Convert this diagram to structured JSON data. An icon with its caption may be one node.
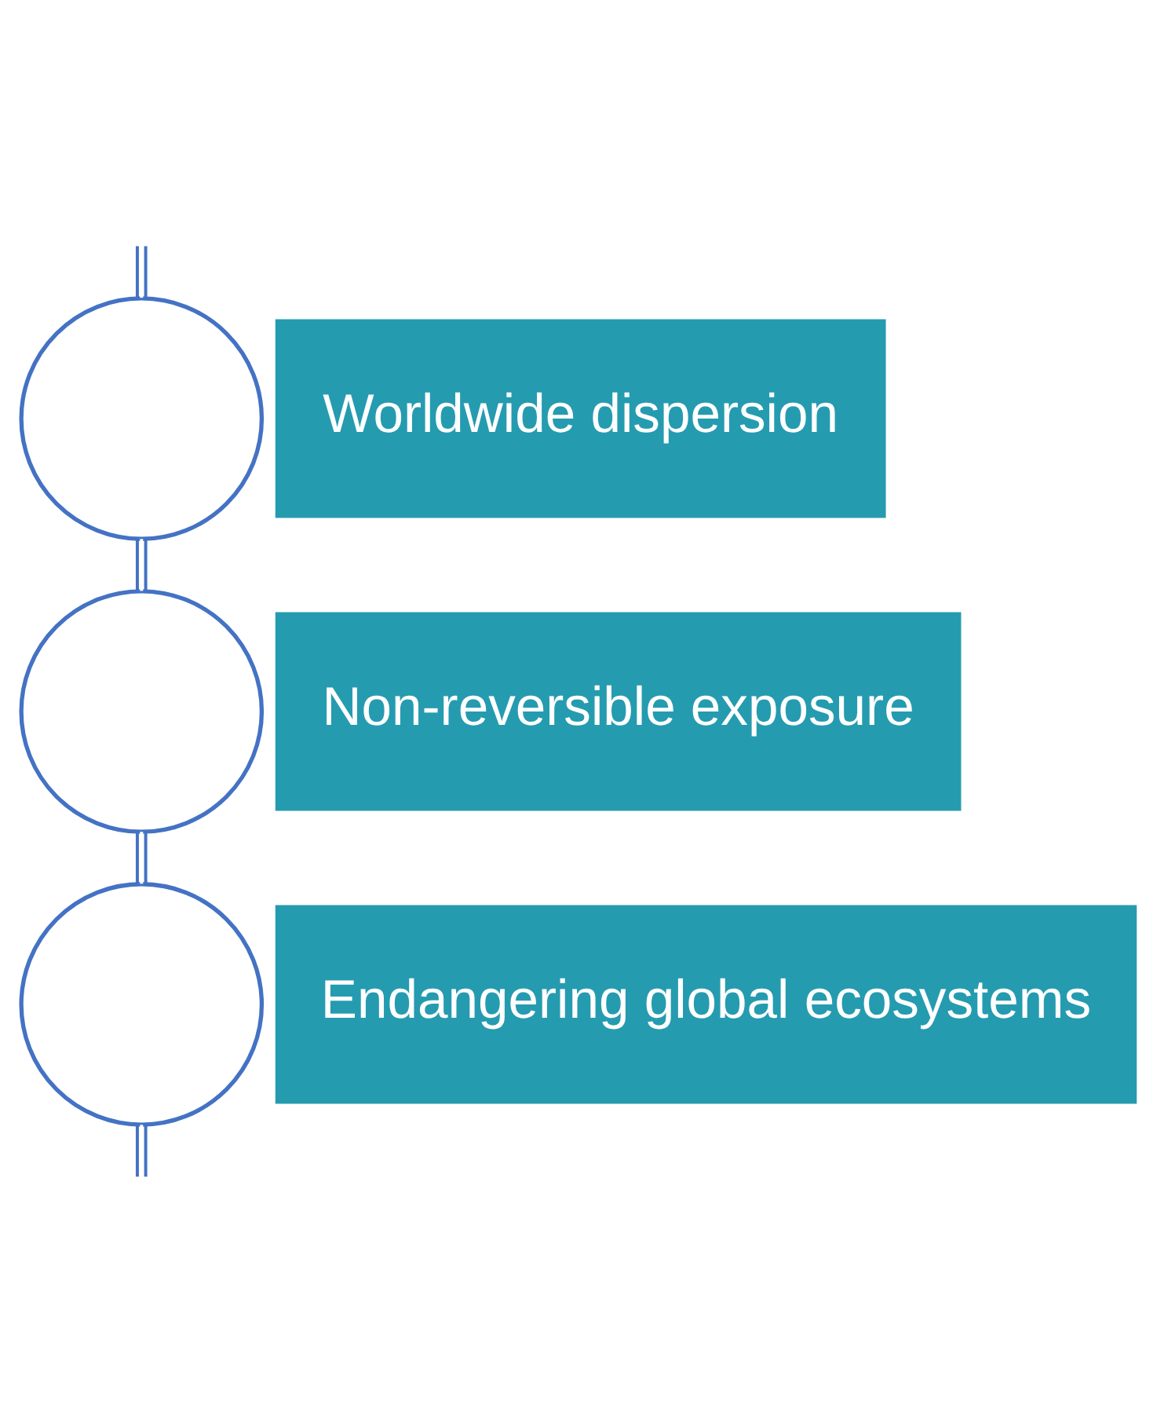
{
  "diagram": {
    "nodes": [
      {
        "text": [],
        "shape": "circle"
      },
      {
        "text": [
          "Worldwide dispersion"
        ]
      },
      {
        "text": [],
        "shape": "circle"
      },
      {
        "text": [
          "Non-reversible exposure"
        ]
      },
      {
        "text": [],
        "shape": "circle"
      },
      {
        "text": [
          "Endangering global ecosystems"
        ]
      }
    ],
    "edges": [
      {
        "from": null,
        "to": 0,
        "arrow": "none"
      },
      {
        "from": 0,
        "to": 2,
        "arrow": "none"
      },
      {
        "from": 2,
        "to": 4,
        "arrow": "none"
      },
      {
        "from": 4,
        "to": null,
        "arrow": "none"
      }
    ]
  }
}
